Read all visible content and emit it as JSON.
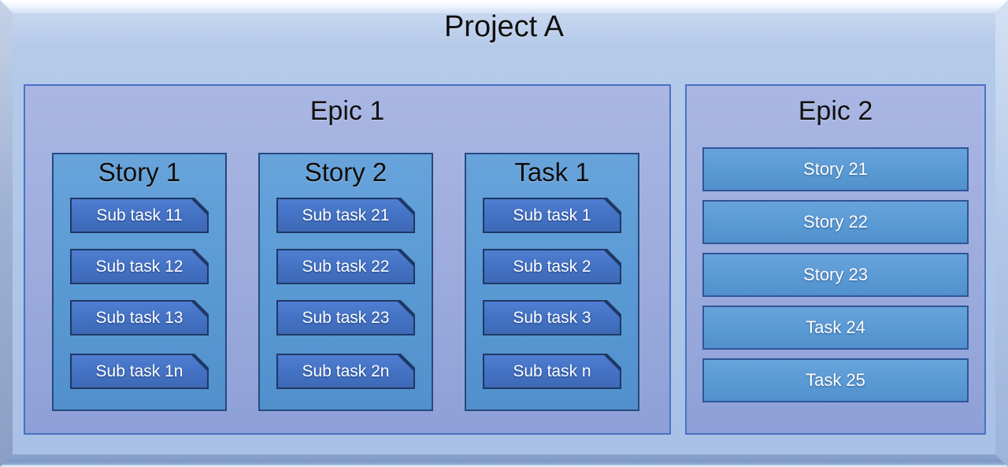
{
  "project": {
    "title": "Project A",
    "epics": [
      {
        "title": "Epic 1",
        "groups": [
          {
            "title": "Story 1",
            "subtasks": [
              "Sub task 11",
              "Sub task 12",
              "Sub task 13",
              "Sub task 1n"
            ]
          },
          {
            "title": "Story 2",
            "subtasks": [
              "Sub task 21",
              "Sub task 22",
              "Sub task 23",
              "Sub task 2n"
            ]
          },
          {
            "title": "Task 1",
            "subtasks": [
              "Sub task 1",
              "Sub task 2",
              "Sub task 3",
              "Sub task n"
            ]
          }
        ]
      },
      {
        "title": "Epic 2",
        "items": [
          "Story 21",
          "Story 22",
          "Story 23",
          "Task 24",
          "Task 25"
        ]
      }
    ]
  },
  "colors": {
    "frame_face": "#aec6e8",
    "bevel_highlight": "#ffffff",
    "bevel_shadow": "#8099c8",
    "epic_background_top": "#aab7e4",
    "epic_background_bottom": "#8da0d7",
    "epic_border": "#4a72c6",
    "group_fill": "#5b9bd5",
    "group_border": "#27497f",
    "subtask_fill": "#4472c4",
    "subtask_border": "#1f3864",
    "row_fill": "#5b9bd5",
    "row_border": "#2f5597",
    "heading_text": "#101010",
    "light_text": "#ffffff"
  }
}
